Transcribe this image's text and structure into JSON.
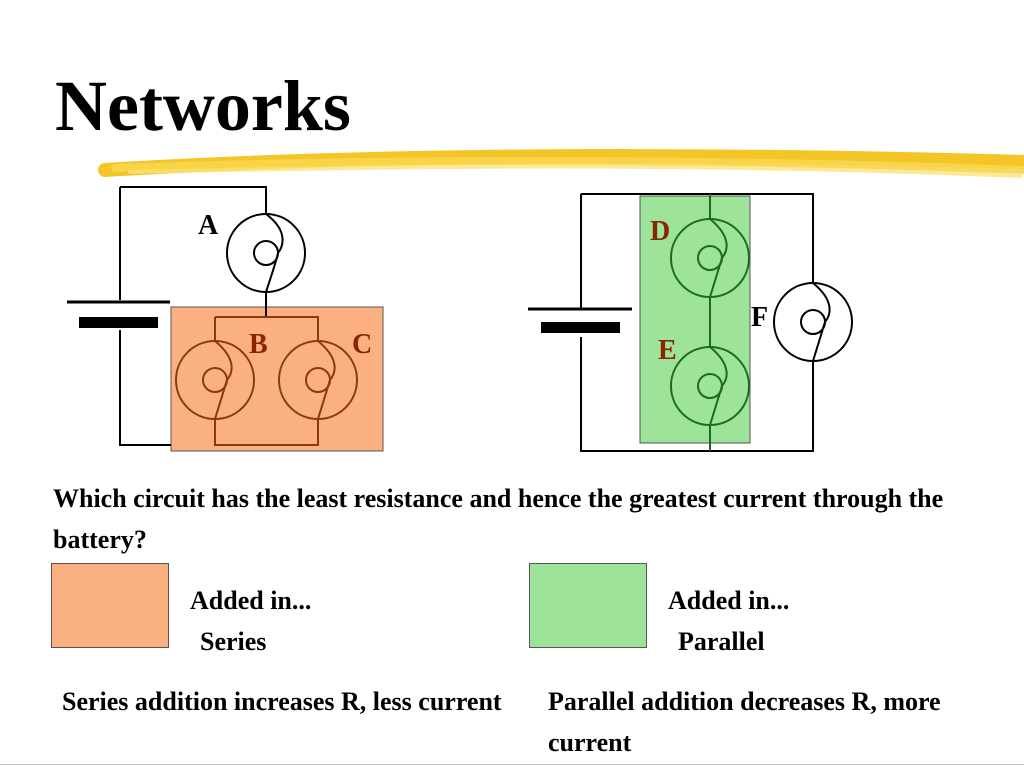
{
  "title": "Networks",
  "labels": {
    "A": "A",
    "B": "B",
    "C": "C",
    "D": "D",
    "E": "E",
    "F": "F"
  },
  "colors": {
    "series": "#fbb081",
    "parallel": "#9de39a",
    "highlight_stroke": "#f2c21b",
    "series_label": "#8b2500",
    "parallel_label": "#8b2500",
    "series_wire": "#8b3a0f",
    "parallel_wire": "#1a6b1a"
  },
  "question": "Which circuit has the least resistance and hence the greatest current through the battery?",
  "series": {
    "added_label": "Added in...",
    "mode": "Series",
    "note": "Series addition increases R, less current"
  },
  "parallel": {
    "added_label": "Added in...",
    "mode": "Parallel",
    "note": "Parallel addition decreases R, more current"
  }
}
